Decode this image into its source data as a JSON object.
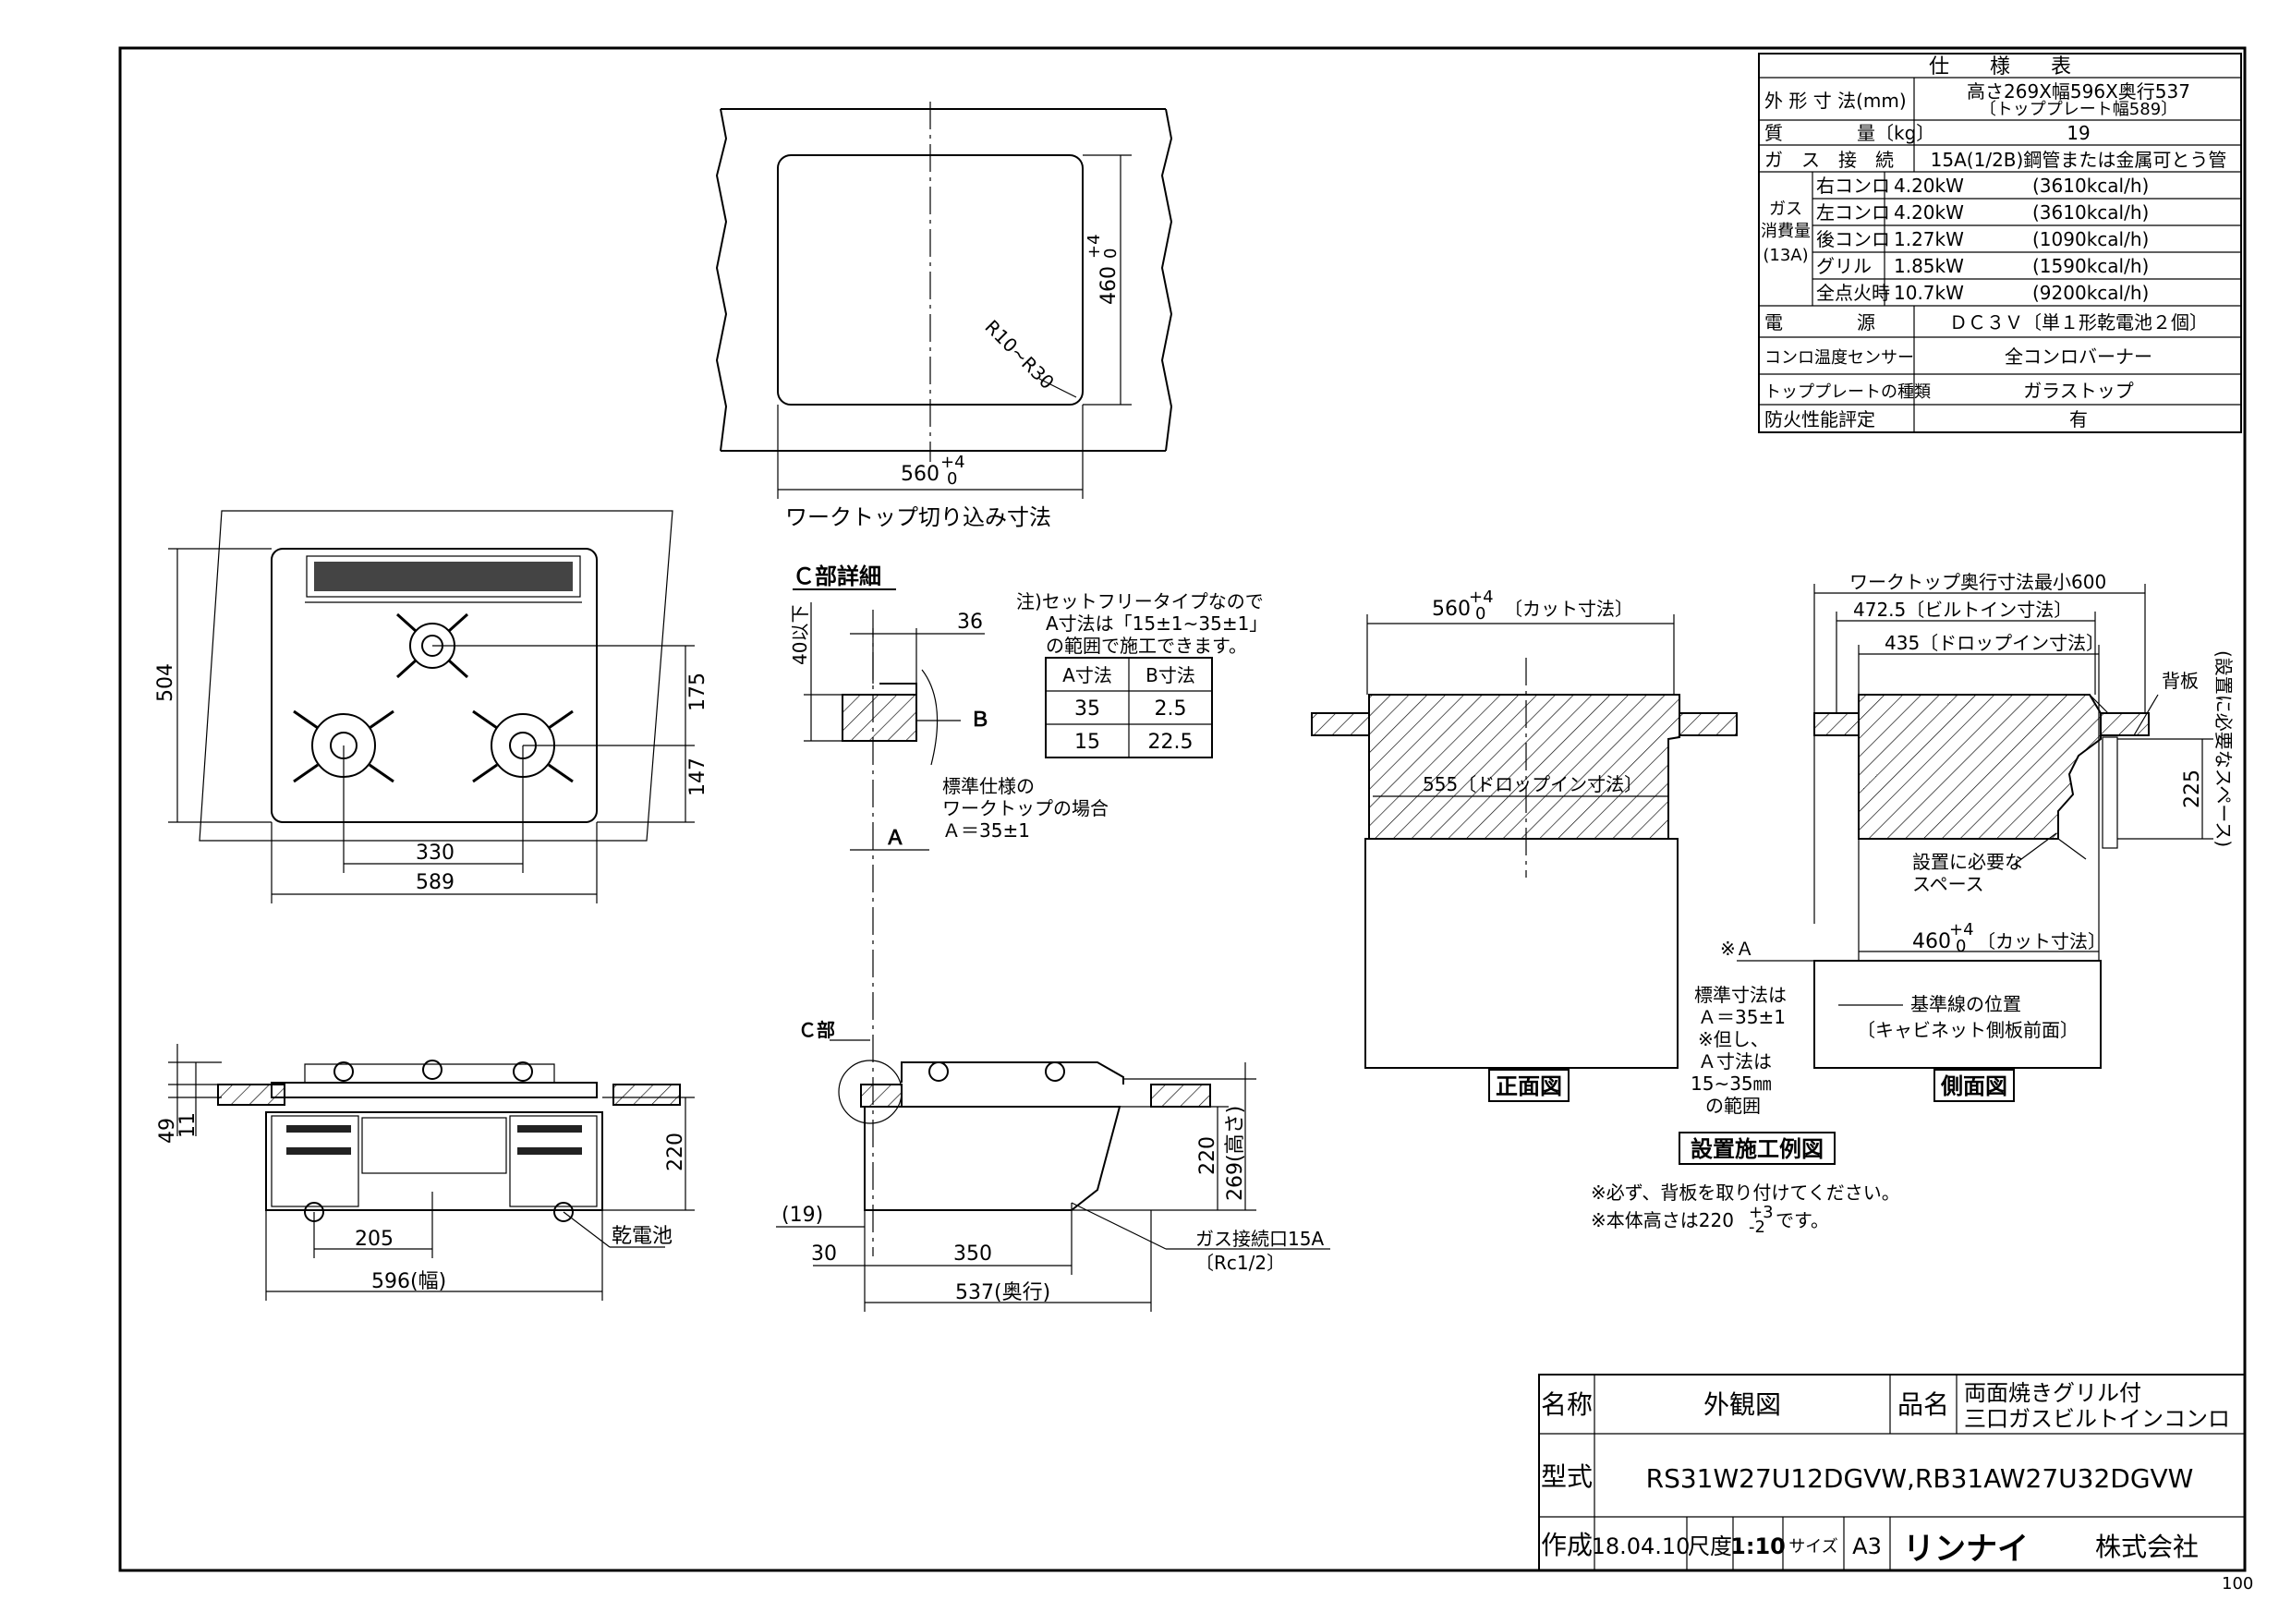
{
  "spec": {
    "title": "仕　　様　　表",
    "rows": [
      {
        "label": "外 形 寸 法(mm)",
        "value": "高さ269X幅596X奥行537",
        "sub": "〔トッププレート幅589〕"
      },
      {
        "label": "質　　　　量〔kg〕",
        "value": "19"
      },
      {
        "label": "ガ　ス　接　続",
        "value": "15A(1/2B)鋼管または金属可とう管"
      }
    ],
    "gas_group": [
      "ガス",
      "消費量",
      "(13A)"
    ],
    "gas_rows": [
      {
        "label": "右コンロ",
        "kw": "4.20kW",
        "kcal": "(3610kcal/h)"
      },
      {
        "label": "左コンロ",
        "kw": "4.20kW",
        "kcal": "(3610kcal/h)"
      },
      {
        "label": "後コンロ",
        "kw": "1.27kW",
        "kcal": "(1090kcal/h)"
      },
      {
        "label": "グリル",
        "kw": "1.85kW",
        "kcal": "(1590kcal/h)"
      },
      {
        "label": "全点火時",
        "kw": "10.7kW",
        "kcal": "(9200kcal/h)"
      }
    ],
    "rows2": [
      {
        "label": "電　　　　源",
        "value": "ＤＣ３Ｖ〔単１形乾電池２個〕"
      },
      {
        "label": "コンロ温度センサー",
        "value": "全コンロバーナー"
      },
      {
        "label": "トッププレートの種類",
        "value": "ガラストップ"
      },
      {
        "label": "防火性能評定",
        "value": "有"
      }
    ]
  },
  "cutout": {
    "height_dim": "460",
    "width_dim": "560",
    "tol_plus": "+4",
    "tol_zero": "0",
    "radius": "R10~R30",
    "caption": "ワークトップ切り込み寸法"
  },
  "plan": {
    "d504": "504",
    "d175": "175",
    "d147": "147",
    "d330": "330",
    "d589": "589"
  },
  "front_elev": {
    "d49": "49",
    "d11": "11",
    "d220": "220",
    "d205": "205",
    "d596": "596(幅)",
    "battery": "乾電池"
  },
  "detail_c": {
    "title": "Ｃ部詳細",
    "d40": "40以下",
    "d36": "36",
    "label_b": "Ｂ",
    "label_a": "Ａ",
    "note": [
      "注)セットフリータイプなので",
      "A寸法は「15±1~35±1」",
      "の範囲で施工できます。"
    ],
    "table_head": [
      "A寸法",
      "B寸法"
    ],
    "table_rows": [
      [
        "35",
        "2.5"
      ],
      [
        "15",
        "22.5"
      ]
    ],
    "std": [
      "標準仕様の",
      "ワークトップの場合",
      "Ａ＝35±1"
    ]
  },
  "side_elev": {
    "c_label": "Ｃ部",
    "d220": "220",
    "d269": "269(高さ)",
    "d19": "(19)",
    "d30": "30",
    "d350": "350",
    "d537": "537(奥行)",
    "gas": [
      "ガス接続口15A",
      "〔Rc1/2〕"
    ]
  },
  "install": {
    "front_cut": "560",
    "front_cut_label": "〔カット寸法〕",
    "dropin": "555〔ドロップイン寸法〕",
    "depth_min": "ワークトップ奥行寸法最小600",
    "builtin": "472.5〔ビルトイン寸法〕",
    "dropin_side": "435〔ドロップイン寸法〕",
    "backboard": "背板",
    "d225": "225",
    "space_v": "(設置に必要なスペース)",
    "space": [
      "設置に必要な",
      "スペース"
    ],
    "side_cut": "460",
    "side_cut_label": "〔カット寸法〕",
    "mark_a": "※Ａ",
    "std_dim": [
      "標準寸法は",
      "Ａ＝35±1",
      "※但し、",
      "Ａ寸法は",
      "15~35㎜",
      "の範囲"
    ],
    "baseline": [
      "基準線の位置",
      "〔キャビネット側板前面〕"
    ],
    "front_label": "正面図",
    "side_label": "側面図",
    "example_label": "設置施工例図",
    "notes": [
      "※必ず、背板を取り付けてください。",
      "※本体高さは220",
      "です。"
    ],
    "height_tol_plus": "+3",
    "height_tol_minus": "-2"
  },
  "titleblock": {
    "name_label": "名称",
    "name": "外観図",
    "product_label": "品名",
    "product": [
      "両面焼きグリル付",
      "三口ガスビルトインコンロ"
    ],
    "model_label": "型式",
    "model": "RS31W27U12DGVW,RB31AW27U32DGVW",
    "made_label": "作成",
    "date": "18.04.10",
    "scale_label": "尺度",
    "scale": "1:10",
    "size_label": "サイズ",
    "size": "A3",
    "brand": "リンナイ",
    "company": "株式会社"
  },
  "page_no": "100"
}
